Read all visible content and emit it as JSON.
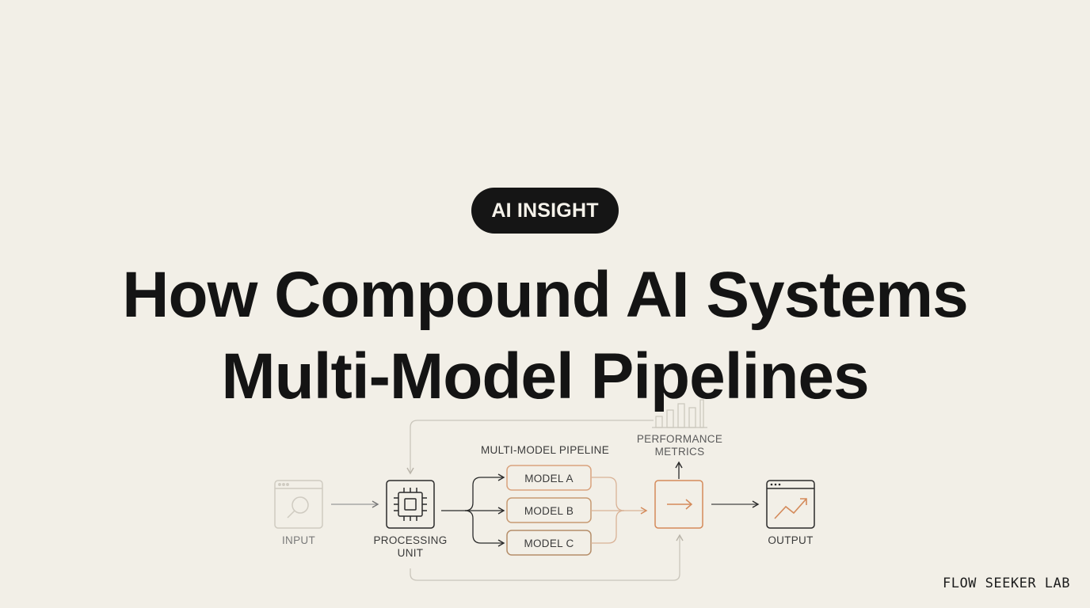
{
  "badge": {
    "label": "AI INSIGHT"
  },
  "title": {
    "line1": "How Compound AI Systems",
    "line2": "Multi-Model Pipelines"
  },
  "diagram": {
    "pipeline_label": "MULTI-MODEL PIPELINE",
    "metrics_label_line1": "PERFORMANCE",
    "metrics_label_line2": "METRICS",
    "input_label": "INPUT",
    "processing_label_line1": "PROCESSING",
    "processing_label_line2": "UNIT",
    "models": [
      "MODEL A",
      "MODEL B",
      "MODEL C"
    ],
    "output_label": "OUTPUT"
  },
  "footer": {
    "brand": "FLOW SEEKER LAB"
  },
  "colors": {
    "background": "#f2efe7",
    "ink": "#151515",
    "accent": "#d48a5a",
    "muted": "#c8c4ba"
  },
  "icons": {
    "input": "search-window-icon",
    "processing": "cpu-chip-icon",
    "aggregator": "arrow-right-icon",
    "output": "trend-chart-window-icon",
    "metrics": "bar-chart-icon"
  }
}
